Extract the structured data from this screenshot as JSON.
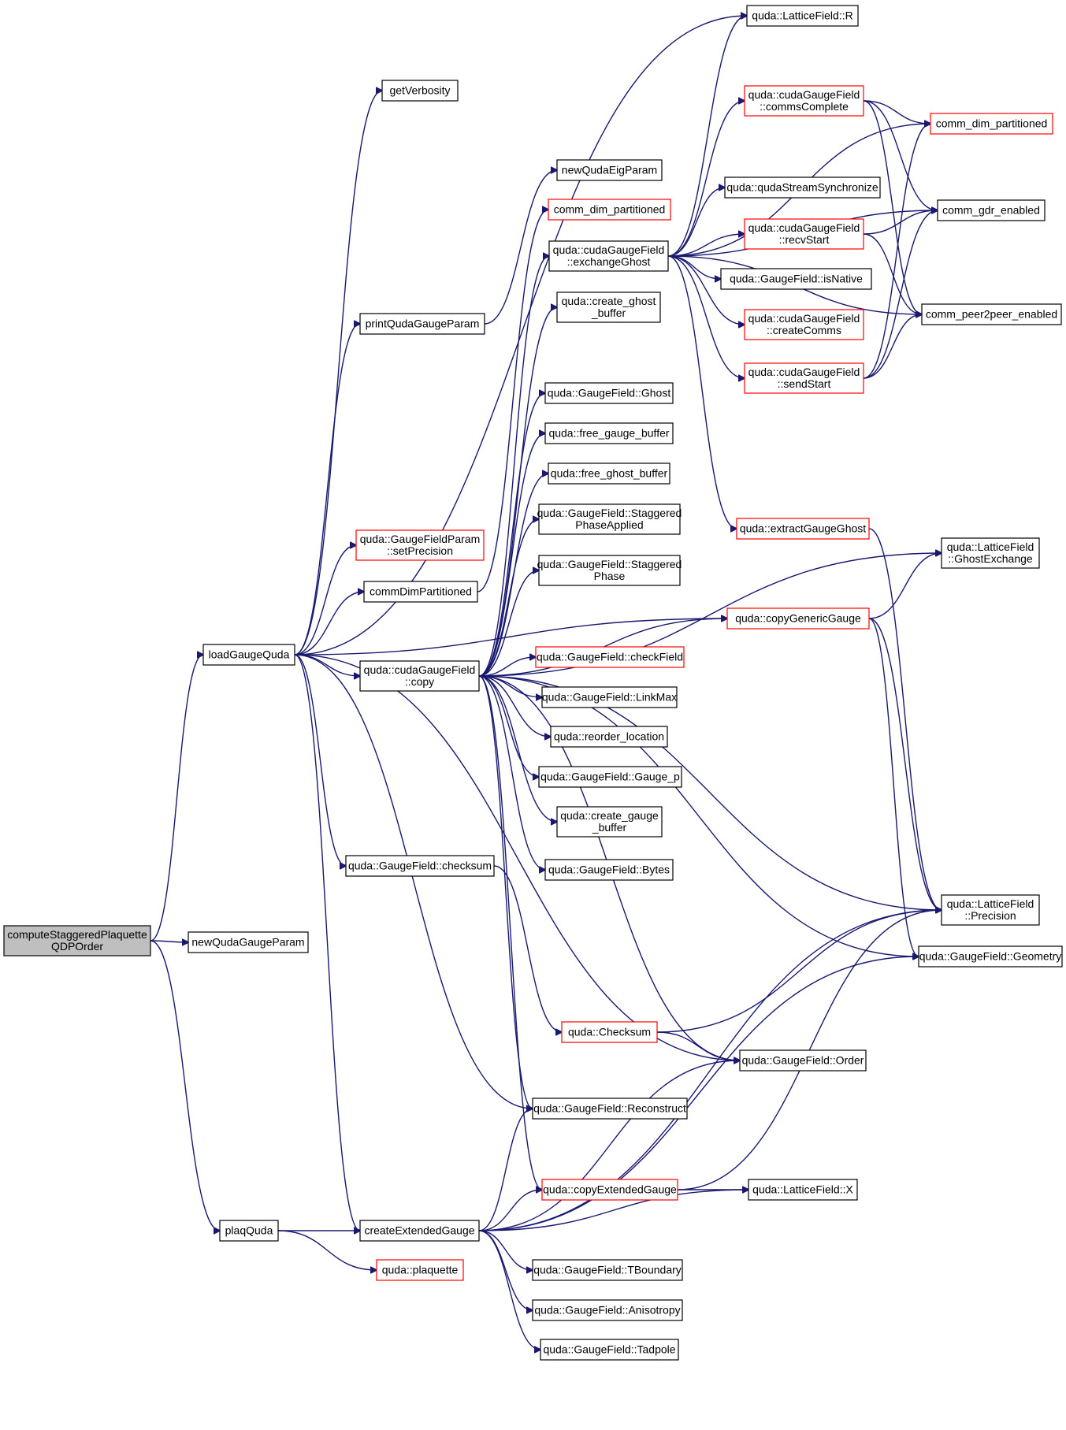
{
  "colors": {
    "edge": "#191970",
    "node_border": "#000000",
    "node_border_truncated": "#ff0000",
    "root_fill": "#bfbfbf",
    "node_fill": "#ffffff"
  },
  "nodes": [
    {
      "id": "root",
      "lines": [
        "computeStaggeredPlaquette",
        "QDPOrder"
      ],
      "style": "root"
    },
    {
      "id": "loadGaugeQuda",
      "lines": [
        "loadGaugeQuda"
      ],
      "style": "normal"
    },
    {
      "id": "newQudaGaugeParam",
      "lines": [
        "newQudaGaugeParam"
      ],
      "style": "normal"
    },
    {
      "id": "plaqQuda",
      "lines": [
        "plaqQuda"
      ],
      "style": "normal"
    },
    {
      "id": "getVerbosity",
      "lines": [
        "getVerbosity"
      ],
      "style": "normal"
    },
    {
      "id": "printQudaGaugeParam",
      "lines": [
        "printQudaGaugeParam"
      ],
      "style": "normal"
    },
    {
      "id": "setPrecision",
      "lines": [
        "quda::GaugeFieldParam",
        "::setPrecision"
      ],
      "style": "truncated"
    },
    {
      "id": "commDimPartitioned",
      "lines": [
        "commDimPartitioned"
      ],
      "style": "normal"
    },
    {
      "id": "cudaCopy",
      "lines": [
        "quda::cudaGaugeField",
        "::copy"
      ],
      "style": "normal"
    },
    {
      "id": "checksum",
      "lines": [
        "quda::GaugeField::checksum"
      ],
      "style": "normal"
    },
    {
      "id": "createExtendedGauge",
      "lines": [
        "createExtendedGauge"
      ],
      "style": "normal"
    },
    {
      "id": "plaquette",
      "lines": [
        "quda::plaquette"
      ],
      "style": "truncated"
    },
    {
      "id": "newQudaEigParam",
      "lines": [
        "newQudaEigParam"
      ],
      "style": "normal"
    },
    {
      "id": "comm_dim_partitioned_mid",
      "lines": [
        "comm_dim_partitioned"
      ],
      "style": "truncated"
    },
    {
      "id": "exchangeGhost",
      "lines": [
        "quda::cudaGaugeField",
        "::exchangeGhost"
      ],
      "style": "normal"
    },
    {
      "id": "create_ghost_buffer",
      "lines": [
        "quda::create_ghost",
        "_buffer"
      ],
      "style": "normal"
    },
    {
      "id": "Ghost",
      "lines": [
        "quda::GaugeField::Ghost"
      ],
      "style": "normal"
    },
    {
      "id": "free_gauge_buffer",
      "lines": [
        "quda::free_gauge_buffer"
      ],
      "style": "normal"
    },
    {
      "id": "free_ghost_buffer",
      "lines": [
        "quda::free_ghost_buffer"
      ],
      "style": "normal"
    },
    {
      "id": "StaggeredPhaseApplied",
      "lines": [
        "quda::GaugeField::Staggered",
        "PhaseApplied"
      ],
      "style": "normal"
    },
    {
      "id": "StaggeredPhase",
      "lines": [
        "quda::GaugeField::Staggered",
        "Phase"
      ],
      "style": "normal"
    },
    {
      "id": "checkField",
      "lines": [
        "quda::GaugeField::checkField"
      ],
      "style": "truncated"
    },
    {
      "id": "LinkMax",
      "lines": [
        "quda::GaugeField::LinkMax"
      ],
      "style": "normal"
    },
    {
      "id": "reorder_location",
      "lines": [
        "quda::reorder_location"
      ],
      "style": "normal"
    },
    {
      "id": "Gauge_p",
      "lines": [
        "quda::GaugeField::Gauge_p"
      ],
      "style": "normal"
    },
    {
      "id": "create_gauge_buffer",
      "lines": [
        "quda::create_gauge",
        "_buffer"
      ],
      "style": "normal"
    },
    {
      "id": "Bytes",
      "lines": [
        "quda::GaugeField::Bytes"
      ],
      "style": "normal"
    },
    {
      "id": "Checksum",
      "lines": [
        "quda::Checksum"
      ],
      "style": "truncated"
    },
    {
      "id": "Reconstruct",
      "lines": [
        "quda::GaugeField::Reconstruct"
      ],
      "style": "normal"
    },
    {
      "id": "copyExtendedGauge",
      "lines": [
        "quda::copyExtendedGauge"
      ],
      "style": "truncated"
    },
    {
      "id": "TBoundary",
      "lines": [
        "quda::GaugeField::TBoundary"
      ],
      "style": "normal"
    },
    {
      "id": "Anisotropy",
      "lines": [
        "quda::GaugeField::Anisotropy"
      ],
      "style": "normal"
    },
    {
      "id": "Tadpole",
      "lines": [
        "quda::GaugeField::Tadpole"
      ],
      "style": "normal"
    },
    {
      "id": "LatticeR",
      "lines": [
        "quda::LatticeField::R"
      ],
      "style": "normal"
    },
    {
      "id": "commsComplete",
      "lines": [
        "quda::cudaGaugeField",
        "::commsComplete"
      ],
      "style": "truncated"
    },
    {
      "id": "qudaStreamSynchronize",
      "lines": [
        "quda::qudaStreamSynchronize"
      ],
      "style": "normal"
    },
    {
      "id": "recvStart",
      "lines": [
        "quda::cudaGaugeField",
        "::recvStart"
      ],
      "style": "truncated"
    },
    {
      "id": "isNative",
      "lines": [
        "quda::GaugeField::isNative"
      ],
      "style": "normal"
    },
    {
      "id": "createComms",
      "lines": [
        "quda::cudaGaugeField",
        "::createComms"
      ],
      "style": "truncated"
    },
    {
      "id": "sendStart",
      "lines": [
        "quda::cudaGaugeField",
        "::sendStart"
      ],
      "style": "truncated"
    },
    {
      "id": "extractGaugeGhost",
      "lines": [
        "quda::extractGaugeGhost"
      ],
      "style": "truncated"
    },
    {
      "id": "copyGenericGauge",
      "lines": [
        "quda::copyGenericGauge"
      ],
      "style": "truncated"
    },
    {
      "id": "Order",
      "lines": [
        "quda::GaugeField::Order"
      ],
      "style": "normal"
    },
    {
      "id": "LatticeX",
      "lines": [
        "quda::LatticeField::X"
      ],
      "style": "normal"
    },
    {
      "id": "comm_dim_partitioned_right",
      "lines": [
        "comm_dim_partitioned"
      ],
      "style": "truncated"
    },
    {
      "id": "comm_gdr_enabled",
      "lines": [
        "comm_gdr_enabled"
      ],
      "style": "normal"
    },
    {
      "id": "comm_peer2peer_enabled",
      "lines": [
        "comm_peer2peer_enabled"
      ],
      "style": "normal"
    },
    {
      "id": "GhostExchange",
      "lines": [
        "quda::LatticeField",
        "::GhostExchange"
      ],
      "style": "normal"
    },
    {
      "id": "Precision",
      "lines": [
        "quda::LatticeField",
        "::Precision"
      ],
      "style": "normal"
    },
    {
      "id": "Geometry",
      "lines": [
        "quda::GaugeField::Geometry"
      ],
      "style": "normal"
    }
  ],
  "edges": [
    [
      "root",
      "loadGaugeQuda"
    ],
    [
      "root",
      "newQudaGaugeParam"
    ],
    [
      "root",
      "plaqQuda"
    ],
    [
      "loadGaugeQuda",
      "getVerbosity"
    ],
    [
      "loadGaugeQuda",
      "LatticeR"
    ],
    [
      "loadGaugeQuda",
      "printQudaGaugeParam"
    ],
    [
      "loadGaugeQuda",
      "setPrecision"
    ],
    [
      "loadGaugeQuda",
      "commDimPartitioned"
    ],
    [
      "loadGaugeQuda",
      "cudaCopy"
    ],
    [
      "loadGaugeQuda",
      "copyGenericGauge"
    ],
    [
      "loadGaugeQuda",
      "checksum"
    ],
    [
      "loadGaugeQuda",
      "createExtendedGauge"
    ],
    [
      "loadGaugeQuda",
      "Order"
    ],
    [
      "loadGaugeQuda",
      "Reconstruct"
    ],
    [
      "printQudaGaugeParam",
      "newQudaEigParam"
    ],
    [
      "commDimPartitioned",
      "comm_dim_partitioned_mid"
    ],
    [
      "cudaCopy",
      "exchangeGhost"
    ],
    [
      "cudaCopy",
      "create_ghost_buffer"
    ],
    [
      "cudaCopy",
      "Ghost"
    ],
    [
      "cudaCopy",
      "free_gauge_buffer"
    ],
    [
      "cudaCopy",
      "free_ghost_buffer"
    ],
    [
      "cudaCopy",
      "StaggeredPhaseApplied"
    ],
    [
      "cudaCopy",
      "StaggeredPhase"
    ],
    [
      "cudaCopy",
      "copyGenericGauge"
    ],
    [
      "cudaCopy",
      "checkField"
    ],
    [
      "cudaCopy",
      "LinkMax"
    ],
    [
      "cudaCopy",
      "reorder_location"
    ],
    [
      "cudaCopy",
      "Gauge_p"
    ],
    [
      "cudaCopy",
      "create_gauge_buffer"
    ],
    [
      "cudaCopy",
      "Bytes"
    ],
    [
      "cudaCopy",
      "Precision"
    ],
    [
      "cudaCopy",
      "Geometry"
    ],
    [
      "cudaCopy",
      "Order"
    ],
    [
      "cudaCopy",
      "Reconstruct"
    ],
    [
      "cudaCopy",
      "copyExtendedGauge"
    ],
    [
      "cudaCopy",
      "GhostExchange"
    ],
    [
      "checksum",
      "Checksum"
    ],
    [
      "Checksum",
      "Precision"
    ],
    [
      "Checksum",
      "Order"
    ],
    [
      "exchangeGhost",
      "LatticeR"
    ],
    [
      "exchangeGhost",
      "comm_dim_partitioned_right"
    ],
    [
      "exchangeGhost",
      "commsComplete"
    ],
    [
      "exchangeGhost",
      "comm_gdr_enabled"
    ],
    [
      "exchangeGhost",
      "qudaStreamSynchronize"
    ],
    [
      "exchangeGhost",
      "recvStart"
    ],
    [
      "exchangeGhost",
      "isNative"
    ],
    [
      "exchangeGhost",
      "createComms"
    ],
    [
      "exchangeGhost",
      "sendStart"
    ],
    [
      "exchangeGhost",
      "comm_peer2peer_enabled"
    ],
    [
      "exchangeGhost",
      "extractGaugeGhost"
    ],
    [
      "commsComplete",
      "comm_dim_partitioned_right"
    ],
    [
      "commsComplete",
      "comm_gdr_enabled"
    ],
    [
      "commsComplete",
      "comm_peer2peer_enabled"
    ],
    [
      "recvStart",
      "comm_gdr_enabled"
    ],
    [
      "recvStart",
      "comm_peer2peer_enabled"
    ],
    [
      "sendStart",
      "comm_dim_partitioned_right"
    ],
    [
      "sendStart",
      "comm_gdr_enabled"
    ],
    [
      "sendStart",
      "comm_peer2peer_enabled"
    ],
    [
      "extractGaugeGhost",
      "Precision"
    ],
    [
      "copyGenericGauge",
      "GhostExchange"
    ],
    [
      "copyGenericGauge",
      "Precision"
    ],
    [
      "copyGenericGauge",
      "Geometry"
    ],
    [
      "plaqQuda",
      "createExtendedGauge"
    ],
    [
      "plaqQuda",
      "plaquette"
    ],
    [
      "createExtendedGauge",
      "Reconstruct"
    ],
    [
      "createExtendedGauge",
      "Order"
    ],
    [
      "createExtendedGauge",
      "copyExtendedGauge"
    ],
    [
      "createExtendedGauge",
      "Precision"
    ],
    [
      "createExtendedGauge",
      "TBoundary"
    ],
    [
      "createExtendedGauge",
      "Anisotropy"
    ],
    [
      "createExtendedGauge",
      "Tadpole"
    ],
    [
      "createExtendedGauge",
      "LatticeX"
    ],
    [
      "createExtendedGauge",
      "Geometry"
    ],
    [
      "copyExtendedGauge",
      "LatticeX"
    ],
    [
      "copyExtendedGauge",
      "Precision"
    ]
  ]
}
